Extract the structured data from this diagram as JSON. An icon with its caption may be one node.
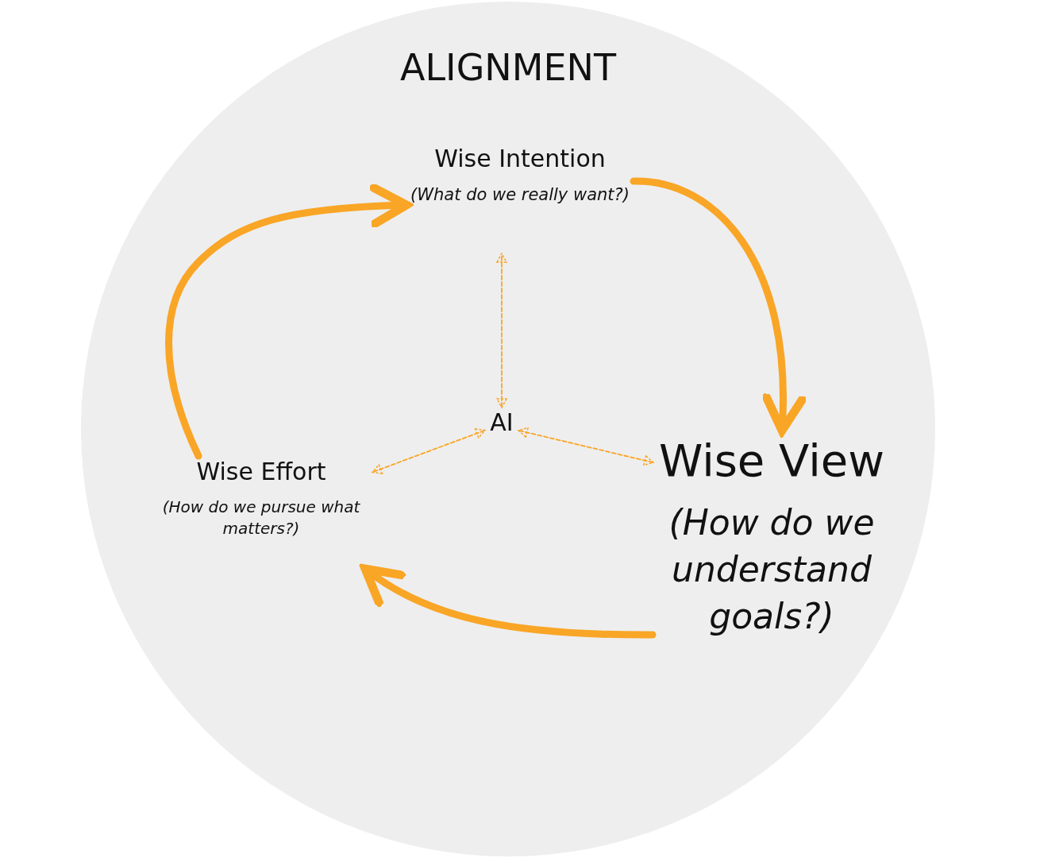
{
  "diagram": {
    "nodes": [
      {
        "text": [
          "ALIGNMENT"
        ]
      },
      {
        "text": [
          "Wise Intention",
          "(What do we really want?)"
        ],
        "in": 0
      },
      {
        "text": [
          "Wise View",
          "(How do we understand goals?)"
        ],
        "in": 0
      },
      {
        "text": [
          "Wise Effort",
          "(How do we pursue what matters?)"
        ],
        "in": 0
      },
      {
        "text": [
          "AI"
        ],
        "in": 0
      }
    ],
    "edges": [
      {
        "from": 1,
        "to": 2,
        "arrow": "to",
        "style": "thick"
      },
      {
        "from": 2,
        "to": 3,
        "arrow": "to",
        "style": "thick"
      },
      {
        "from": 3,
        "to": 1,
        "arrow": "to",
        "style": "thick"
      },
      {
        "from": 4,
        "to": 1,
        "arrow": "both",
        "style": "dashed"
      },
      {
        "from": 4,
        "to": 2,
        "arrow": "both",
        "style": "dashed"
      },
      {
        "from": 4,
        "to": 3,
        "arrow": "both",
        "style": "dashed"
      }
    ]
  }
}
